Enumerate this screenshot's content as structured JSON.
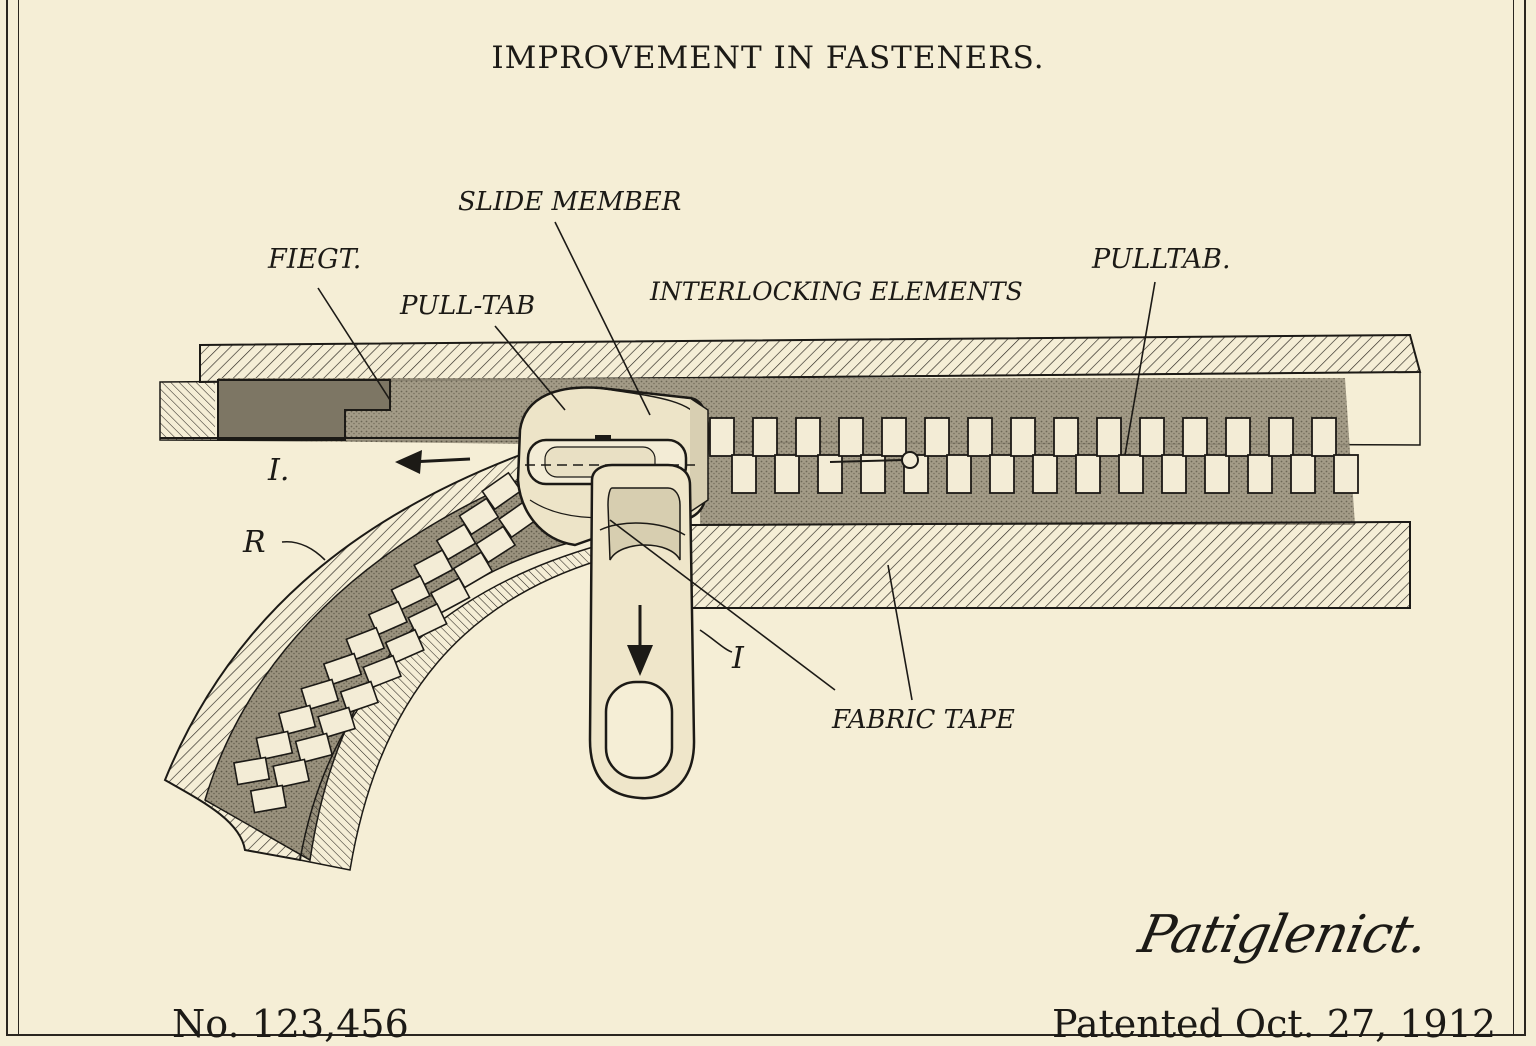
{
  "title": "IMPROVEMENT IN FASTENERS.",
  "labels": {
    "slide_member": "SLIDE MEMBER",
    "fiegt": "FIEGT.",
    "pull_tab_left": "PULL-TAB",
    "interlocking": "INTERLOCKING ELEMENTS",
    "pulltab_right": "PULLTAB.",
    "i_left": "I.",
    "r": "R",
    "i_tab": "I",
    "fabric_tape": "FABRIC TAPE"
  },
  "signature": "Patiglenict.",
  "patent_number": "No. 123,456",
  "patent_date": "Patented Oct. 27, 1912",
  "colors": {
    "paper": "#f5eed6",
    "ink": "#1c1a16",
    "shade": "#8a8270",
    "tooth": "#f3ecd6"
  }
}
